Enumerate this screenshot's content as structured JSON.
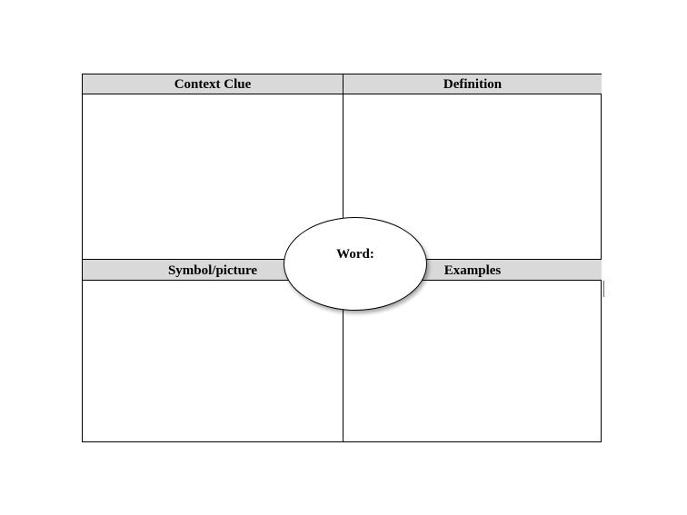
{
  "organizer": {
    "top_left_header": "Context Clue",
    "top_right_header": "Definition",
    "bottom_left_header": "Symbol/picture",
    "bottom_right_header": "Examples",
    "center_label": "Word:"
  },
  "colors": {
    "header_fill": "#d9d9d9",
    "border": "#000000",
    "background": "#ffffff"
  }
}
